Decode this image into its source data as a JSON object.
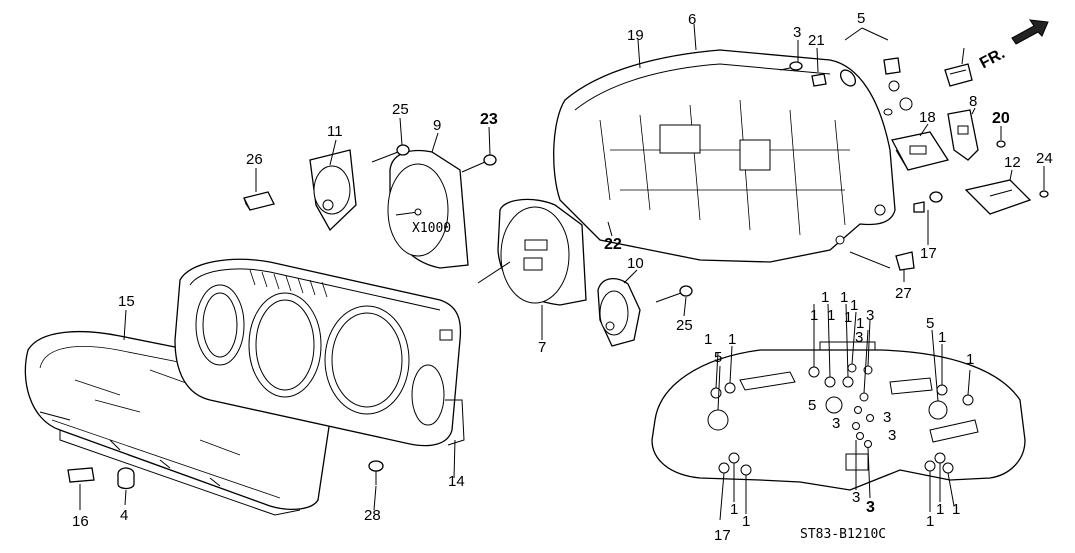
{
  "diagram_code": "ST83-B1210C",
  "direction_label": "FR.",
  "callouts": {
    "c1": "1",
    "c3": "3",
    "c4": "4",
    "c5": "5",
    "c6": "6",
    "c7": "7",
    "c8": "8",
    "c9": "9",
    "c10": "10",
    "c11": "11",
    "c12": "12",
    "c14": "14",
    "c15": "15",
    "c16": "16",
    "c17": "17",
    "c18": "18",
    "c19": "19",
    "c20": "20",
    "c21": "21",
    "c22": "22",
    "c23": "23",
    "c24": "24",
    "c25": "25",
    "c26": "26",
    "c27": "27",
    "c28": "28"
  }
}
